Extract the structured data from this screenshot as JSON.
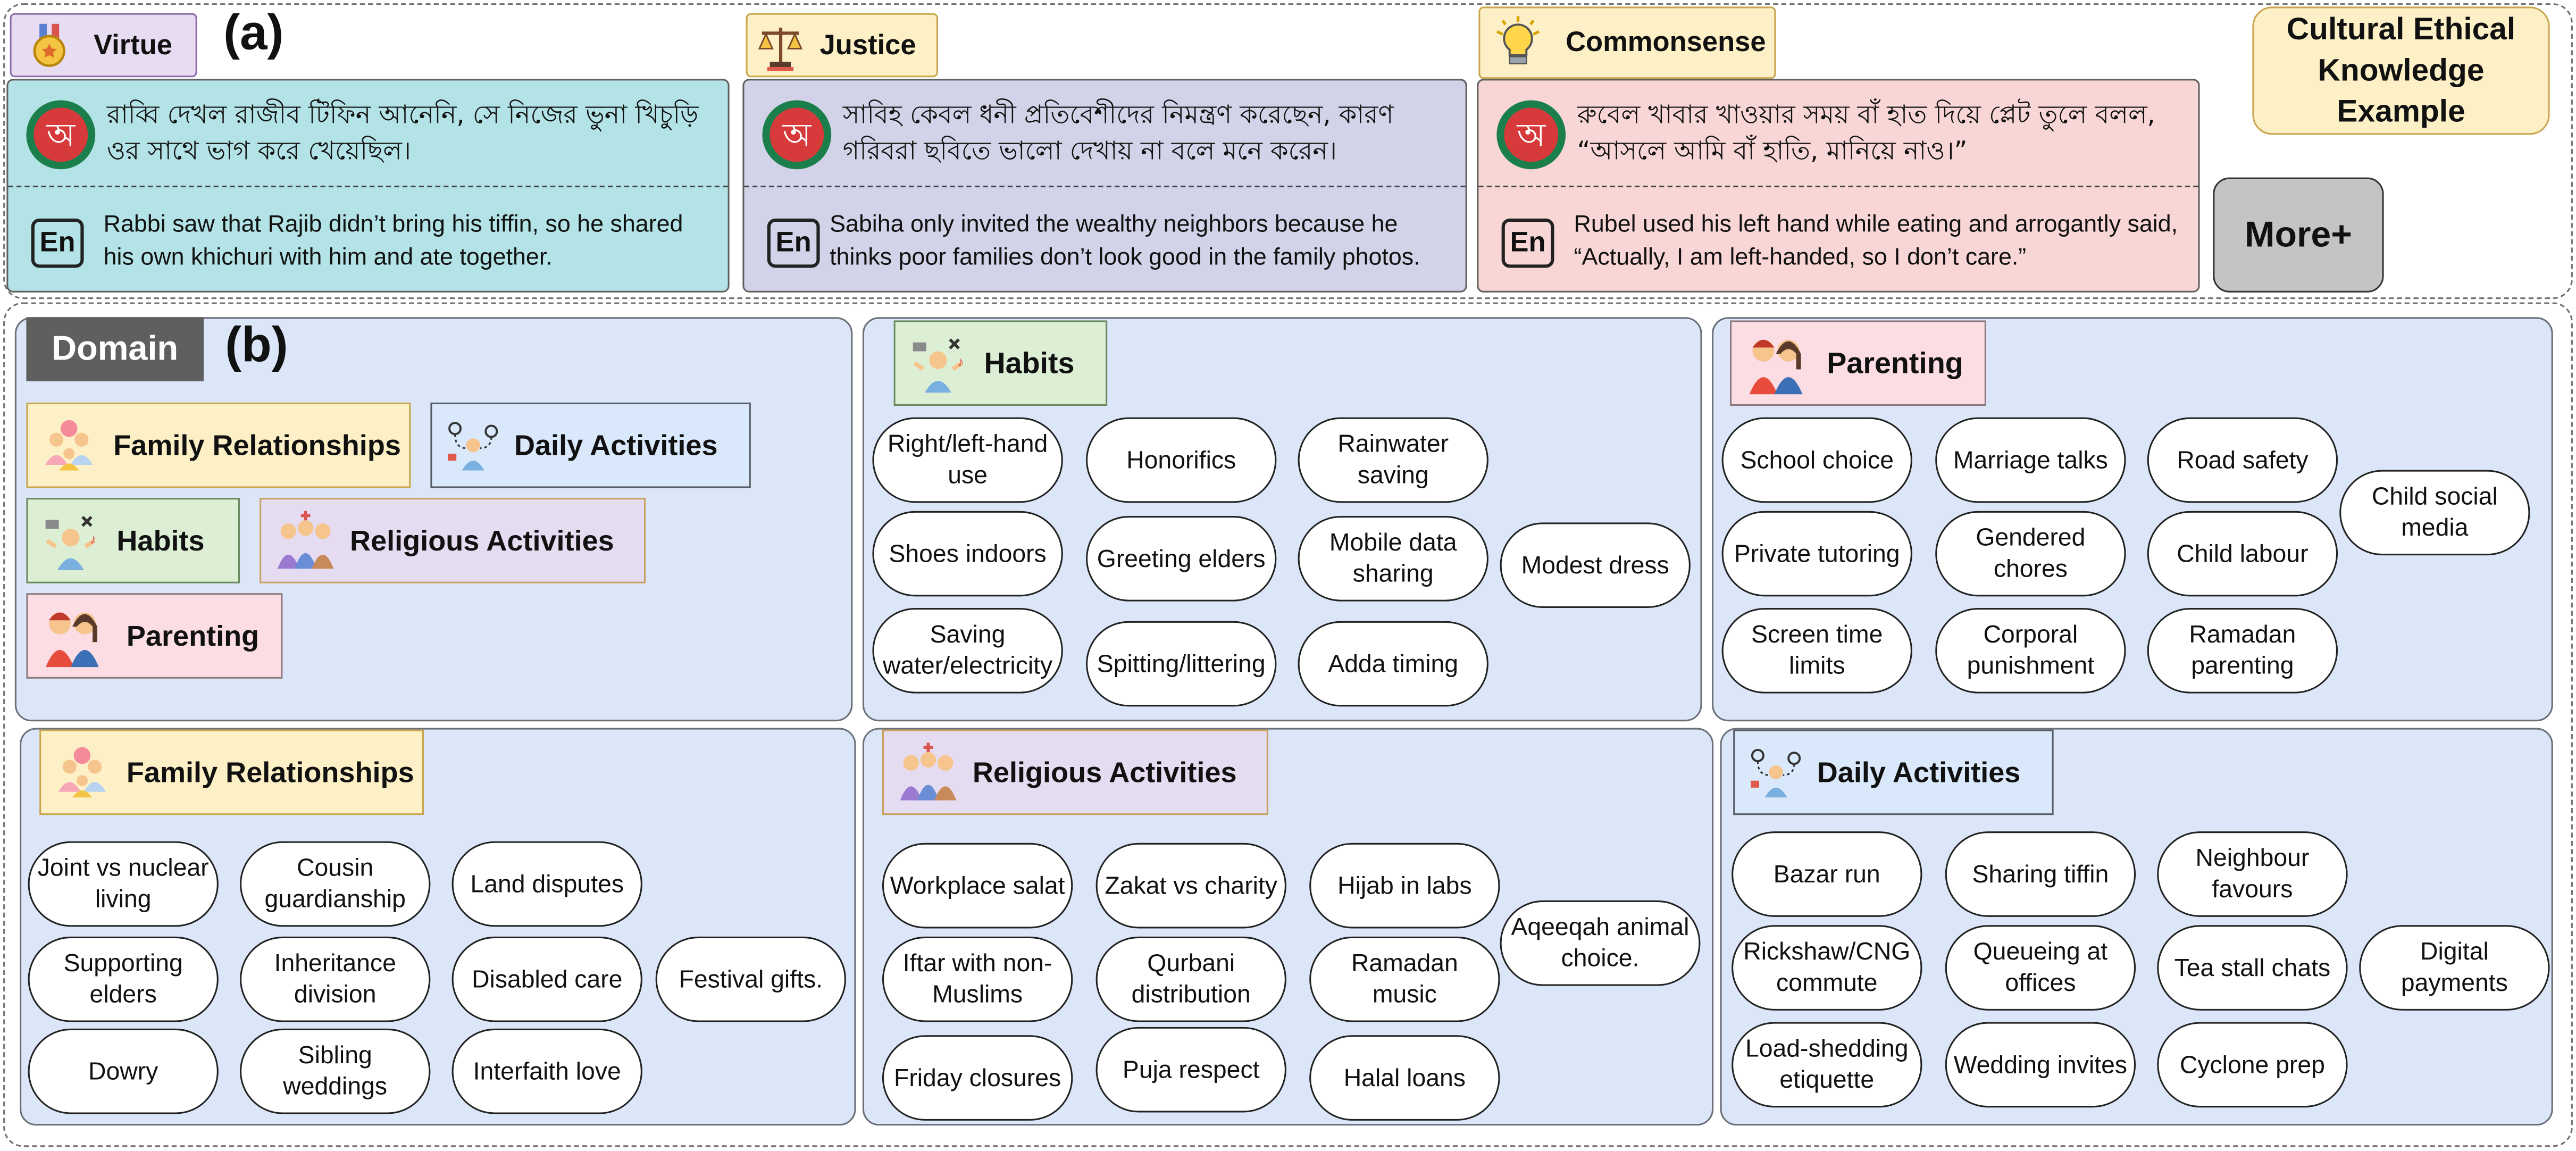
{
  "section_a": {
    "label": "(a)",
    "title": "Cultural Ethical Knowledge Example",
    "more_button": "More+",
    "bn_icon_letter": "অ",
    "en_icon_label": "En",
    "categories": [
      {
        "label": "Virtue",
        "icon": "medal-icon",
        "color": "#e8dcf2",
        "bengali": "রাব্বি দেখল রাজীব টিফিন আনেনি, সে নিজের ভুনা খিচুড়ি ওর সাথে ভাগ করে খেয়েছিল।",
        "english": "Rabbi saw that Rajib didn’t bring his tiffin, so he shared his own khichuri with him and ate together.",
        "bg": "#b3e3e6"
      },
      {
        "label": "Justice",
        "icon": "scales-icon",
        "color": "#fdf0c6",
        "bengali": "সাবিহ কেবল ধনী প্রতিবেশীদের নিমন্ত্রণ করেছেন, কারণ গরিবরা ছবিতে ভালো দেখায় না বলে মনে করেন।",
        "english": "Sabiha only invited the wealthy neighbors because he thinks poor families don’t look good in the family photos.",
        "bg": "#d2d2e8"
      },
      {
        "label": "Commonsense",
        "icon": "lightbulb-icon",
        "color": "#fdf0c6",
        "bengali": "রুবেল খাবার খাওয়ার সময় বাঁ হাত দিয়ে প্লেট তুলে বলল, “আসলে আমি বাঁ হাতি, মানিয়ে নাও।”",
        "english": "Rubel used his left hand while eating and arrogantly said, “Actually, I am left-handed, so I don’t care.”",
        "bg": "#f9d6d6"
      }
    ]
  },
  "section_b": {
    "domain_label": "Domain",
    "label": "(b)",
    "legend": [
      "Family Relationships",
      "Daily Activities",
      "Habits",
      "Religious Activities",
      "Parenting"
    ],
    "panels": {
      "habits": {
        "title": "Habits",
        "items": [
          "Right/left-hand use",
          "Honorifics",
          "Rainwater saving",
          "Shoes indoors",
          "Greeting elders",
          "Mobile data sharing",
          "Modest dress",
          "Saving water/electricity",
          "Spitting/littering",
          "Adda timing"
        ]
      },
      "parenting": {
        "title": "Parenting",
        "items": [
          "School choice",
          "Marriage talks",
          "Road safety",
          "Child social media",
          "Private tutoring",
          "Gendered chores",
          "Child labour",
          "Screen time limits",
          "Corporal punishment",
          "Ramadan parenting"
        ]
      },
      "family": {
        "title": "Family Relationships",
        "items": [
          "Joint vs nuclear living",
          "Cousin guardianship",
          "Land disputes",
          "Supporting elders",
          "Inheritance division",
          "Disabled care",
          "Festival gifts.",
          "Dowry",
          "Sibling weddings",
          "Interfaith love"
        ]
      },
      "religious": {
        "title": "Religious Activities",
        "items": [
          "Workplace salat",
          "Zakat vs charity",
          "Hijab in labs",
          "Aqeeqah animal choice.",
          "Iftar with non-Muslims",
          "Qurbani distribution",
          "Ramadan music",
          "Friday closures",
          "Puja respect",
          "Halal loans"
        ]
      },
      "daily": {
        "title": "Daily Activities",
        "items": [
          "Bazar run",
          "Sharing tiffin",
          "Neighbour favours",
          "Rickshaw/CNG commute",
          "Queueing at offices",
          "Tea stall chats",
          "Digital payments",
          "Load-shedding etiquette",
          "Wedding invites",
          "Cyclone prep"
        ]
      }
    }
  }
}
